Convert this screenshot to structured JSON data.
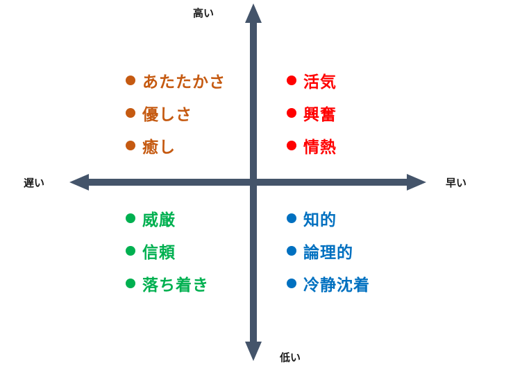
{
  "axes": {
    "top": "高い",
    "bottom": "低い",
    "left": "遅い",
    "right": "早い",
    "color": "#44546a"
  },
  "quadrants": {
    "top_left": {
      "color": "#c55a11",
      "items": [
        "あたたかさ",
        "優しさ",
        "癒し"
      ]
    },
    "top_right": {
      "color": "#ff0000",
      "items": [
        "活気",
        "興奮",
        "情熱"
      ]
    },
    "bottom_left": {
      "color": "#00b050",
      "items": [
        "威厳",
        "信頼",
        "落ち着き"
      ]
    },
    "bottom_right": {
      "color": "#0070c0",
      "items": [
        "知的",
        "論理的",
        "冷静沈着"
      ]
    }
  }
}
